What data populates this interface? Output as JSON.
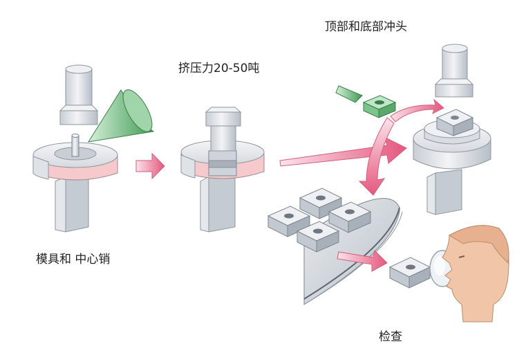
{
  "labels": {
    "top_bottom_punch": "顶部和底部冲头",
    "press_force": "挤压力20-50吨",
    "die_and_core_pin": "模具和 中心销",
    "inspection": "检查"
  },
  "icons": {
    "upper_punch": "upper-punch-icon",
    "powder_hopper": "powder-hopper-icon",
    "die": "die-icon",
    "ejected_part": "ejected-part-icon",
    "inspector": "inspector-head-icon",
    "magnifier": "magnifier-icon"
  },
  "colors": {
    "metal": "#dde1e6",
    "metal_dark": "#aab1ba",
    "die_pink": "#f6c9cc",
    "arrow_pink": "#ee7f9c",
    "hopper_green": "#5fae71",
    "skin": "#f1c6a8"
  }
}
